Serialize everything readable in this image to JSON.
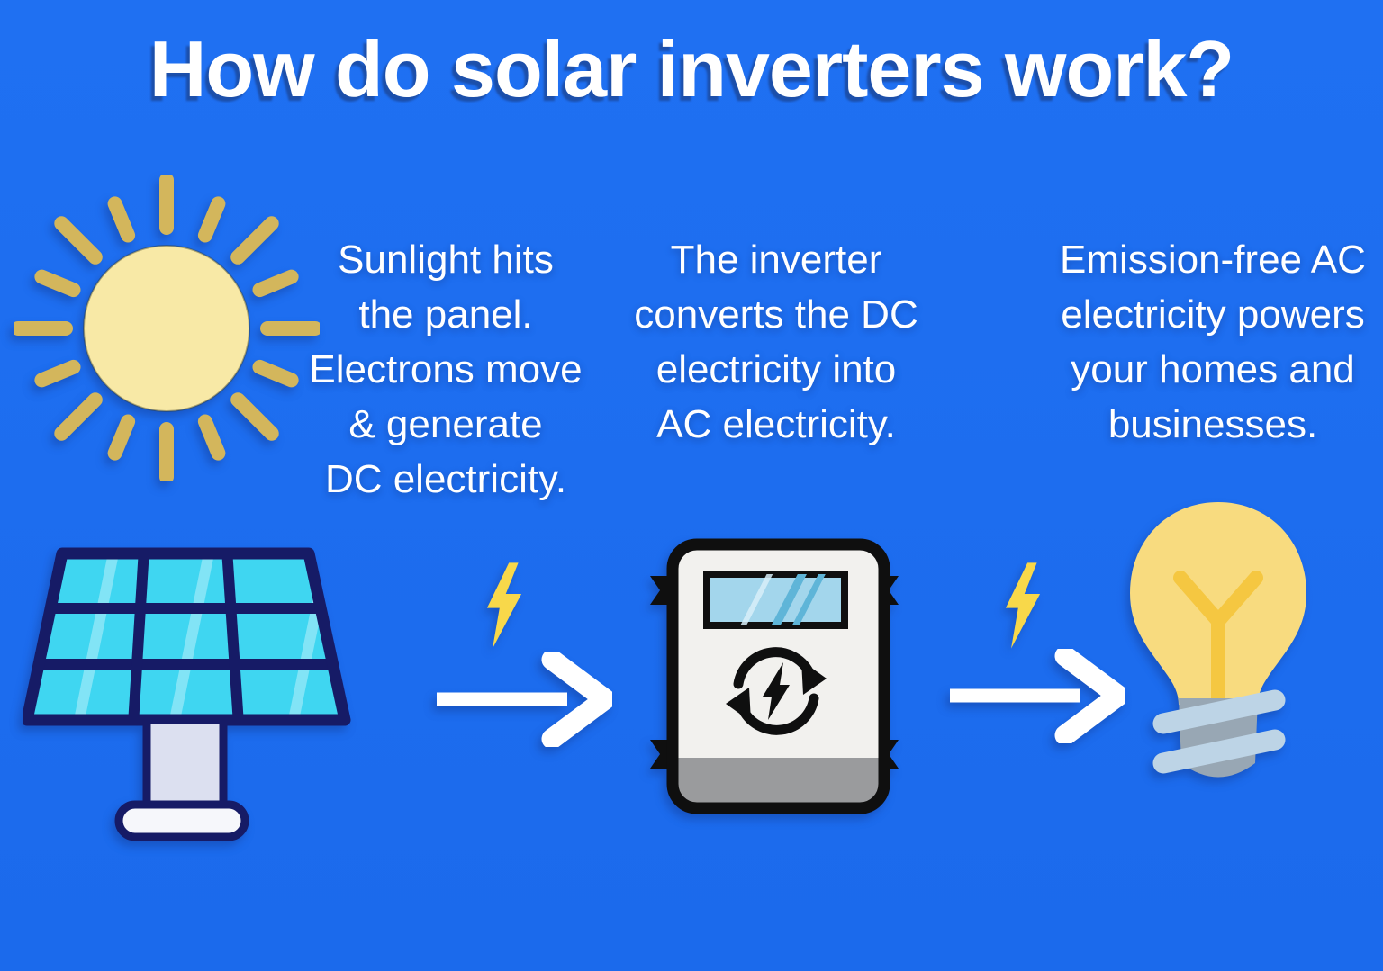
{
  "title": "How do solar inverters work?",
  "steps": [
    {
      "name": "sunlight-generates-dc",
      "lines": [
        "Sunlight hits",
        "the panel.",
        "Electrons move",
        "& generate",
        "DC electricity."
      ]
    },
    {
      "name": "inverter-converts-dc-to-ac",
      "lines": [
        "The inverter",
        "converts the DC",
        "electricity into",
        "AC electricity."
      ]
    },
    {
      "name": "ac-powers-homes",
      "lines": [
        "Emission-free AC",
        "electricity powers",
        "your homes and",
        "businesses."
      ]
    }
  ],
  "icons": {
    "sun": "sun-icon",
    "solar_panel": "solar-panel-icon",
    "lightning_bolt": "lightning-bolt-icon",
    "arrow_right": "arrow-right-icon",
    "inverter": "inverter-icon",
    "light_bulb": "light-bulb-icon"
  },
  "colors": {
    "background": "#1F70F2",
    "background_deep": "#1B6AEC",
    "title": "#FFFFFF",
    "text": "#FFFFFF",
    "sun_core": "#F8E9A6",
    "sun_rays": "#D3B65C",
    "panel_cell": "#3FD6F1",
    "panel_outline": "#161B66",
    "panel_leg": "#DCE0F0",
    "panel_base": "#F6F7FB",
    "bolt": "#F8D84A",
    "arrow": "#FFFFFF",
    "inverter_body": "#F2F1EE",
    "inverter_band": "#9A9B9D",
    "inverter_screen": "#A3D6EC",
    "inverter_outline": "#0F0F0F",
    "bulb_glass": "#F8DB7F",
    "bulb_filament": "#F5C741",
    "bulb_base": "#98A7B4",
    "bulb_bands": "#BDD4E6"
  }
}
